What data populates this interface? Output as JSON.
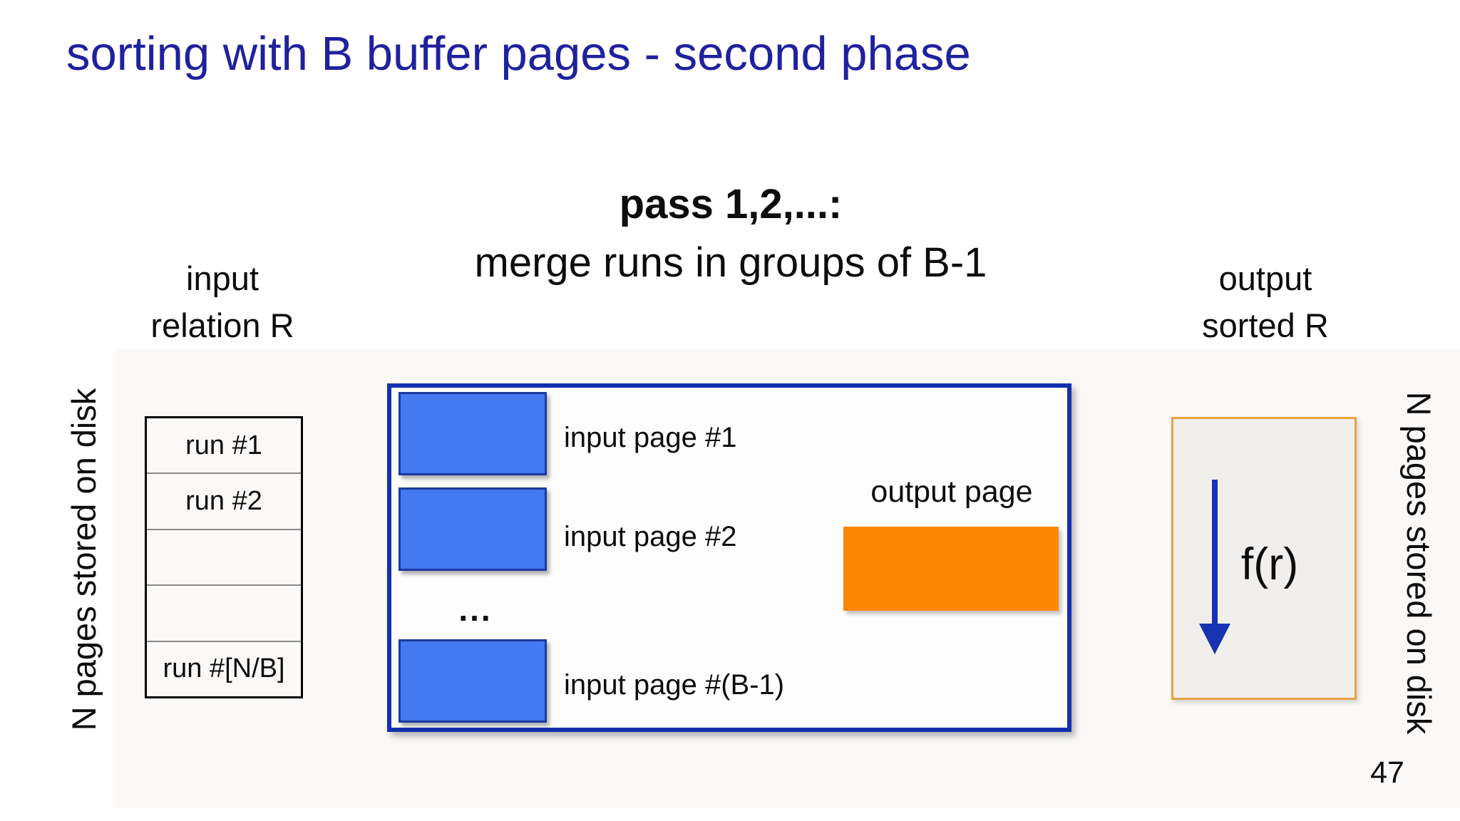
{
  "slide": {
    "title": "sorting with B buffer pages - second phase",
    "heading": {
      "line1": "pass 1,2,...:",
      "line2": "merge runs in groups of B-1"
    },
    "input_section": {
      "heading_line1": "input",
      "heading_line2": "relation R",
      "rotated_label": "N pages stored on disk",
      "disk_rows": [
        "run #1",
        "run #2",
        "",
        "",
        "run #[N/B]"
      ]
    },
    "buffer_box": {
      "input_page_labels": [
        "input page #1",
        "input page #2",
        "input page #(B-1)"
      ],
      "ellipsis": "...",
      "output_page_label": "output page"
    },
    "output_section": {
      "heading_line1": "output",
      "heading_line2": "sorted R",
      "rotated_label": "N pages stored on disk",
      "function_label": "f(r)"
    },
    "page_number": "47",
    "colors": {
      "title_text": "#20219f",
      "buffer_box_border": "#1330ae",
      "input_page_fill": "#4379f1",
      "input_page_border": "#1b3a9e",
      "output_page_fill": "#fb8704",
      "output_disk_border": "#e9a23e",
      "output_disk_fill": "#f0efec",
      "arrow": "#1733b2",
      "body_text": "#0d0d0d"
    }
  }
}
